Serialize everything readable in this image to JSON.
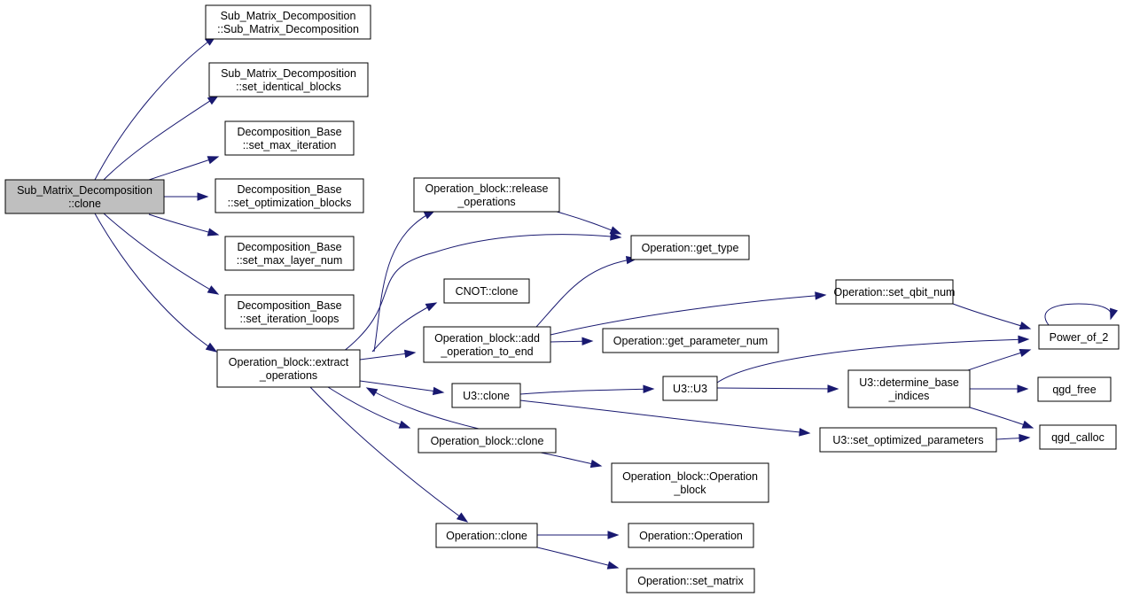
{
  "graph": {
    "nodes": [
      {
        "id": "root",
        "lines": [
          "Sub_Matrix_Decomposition",
          "::clone"
        ],
        "root": true
      },
      {
        "id": "smd_ctor",
        "lines": [
          "Sub_Matrix_Decomposition",
          "::Sub_Matrix_Decomposition"
        ]
      },
      {
        "id": "smd_sib",
        "lines": [
          "Sub_Matrix_Decomposition",
          "::set_identical_blocks"
        ]
      },
      {
        "id": "db_smi",
        "lines": [
          "Decomposition_Base",
          "::set_max_iteration"
        ]
      },
      {
        "id": "db_sob",
        "lines": [
          "Decomposition_Base",
          "::set_optimization_blocks"
        ]
      },
      {
        "id": "db_smln",
        "lines": [
          "Decomposition_Base",
          "::set_max_layer_num"
        ]
      },
      {
        "id": "db_sil",
        "lines": [
          "Decomposition_Base",
          "::set_iteration_loops"
        ]
      },
      {
        "id": "ob_extract",
        "lines": [
          "Operation_block::extract",
          "_operations"
        ]
      },
      {
        "id": "ob_release",
        "lines": [
          "Operation_block::release",
          "_operations"
        ]
      },
      {
        "id": "op_get_type",
        "lines": [
          "Operation::get_type"
        ]
      },
      {
        "id": "cnot_clone",
        "lines": [
          "CNOT::clone"
        ]
      },
      {
        "id": "ob_add",
        "lines": [
          "Operation_block::add",
          "_operation_to_end"
        ]
      },
      {
        "id": "op_sqn",
        "lines": [
          "Operation::set_qbit_num"
        ]
      },
      {
        "id": "op_gpn",
        "lines": [
          "Operation::get_parameter_num"
        ]
      },
      {
        "id": "pow2",
        "lines": [
          "Power_of_2"
        ]
      },
      {
        "id": "u3_clone",
        "lines": [
          "U3::clone"
        ]
      },
      {
        "id": "u3_u3",
        "lines": [
          "U3::U3"
        ]
      },
      {
        "id": "u3_dbi",
        "lines": [
          "U3::determine_base",
          "_indices"
        ]
      },
      {
        "id": "qgd_free",
        "lines": [
          "qgd_free"
        ]
      },
      {
        "id": "qgd_calloc",
        "lines": [
          "qgd_calloc"
        ]
      },
      {
        "id": "u3_sop",
        "lines": [
          "U3::set_optimized_parameters"
        ]
      },
      {
        "id": "ob_clone",
        "lines": [
          "Operation_block::clone"
        ]
      },
      {
        "id": "ob_ctor",
        "lines": [
          "Operation_block::Operation",
          "_block"
        ]
      },
      {
        "id": "op_clone",
        "lines": [
          "Operation::clone"
        ]
      },
      {
        "id": "op_ctor",
        "lines": [
          "Operation::Operation"
        ]
      },
      {
        "id": "op_set_matrix",
        "lines": [
          "Operation::set_matrix"
        ]
      }
    ],
    "edges": [
      {
        "from": "root",
        "to": "smd_ctor"
      },
      {
        "from": "root",
        "to": "smd_sib"
      },
      {
        "from": "root",
        "to": "db_smi"
      },
      {
        "from": "root",
        "to": "db_sob"
      },
      {
        "from": "root",
        "to": "db_smln"
      },
      {
        "from": "root",
        "to": "db_sil"
      },
      {
        "from": "root",
        "to": "ob_extract"
      },
      {
        "from": "ob_extract",
        "to": "ob_release"
      },
      {
        "from": "ob_extract",
        "to": "op_get_type"
      },
      {
        "from": "ob_extract",
        "to": "cnot_clone"
      },
      {
        "from": "ob_extract",
        "to": "ob_add"
      },
      {
        "from": "ob_extract",
        "to": "u3_clone"
      },
      {
        "from": "ob_extract",
        "to": "ob_clone"
      },
      {
        "from": "ob_extract",
        "to": "op_clone"
      },
      {
        "from": "ob_release",
        "to": "op_get_type"
      },
      {
        "from": "ob_add",
        "to": "op_get_type"
      },
      {
        "from": "ob_add",
        "to": "op_sqn"
      },
      {
        "from": "ob_add",
        "to": "op_gpn"
      },
      {
        "from": "op_sqn",
        "to": "pow2"
      },
      {
        "from": "pow2",
        "to": "pow2"
      },
      {
        "from": "u3_clone",
        "to": "u3_u3"
      },
      {
        "from": "u3_clone",
        "to": "u3_sop"
      },
      {
        "from": "u3_u3",
        "to": "pow2"
      },
      {
        "from": "u3_u3",
        "to": "u3_dbi"
      },
      {
        "from": "u3_dbi",
        "to": "pow2"
      },
      {
        "from": "u3_dbi",
        "to": "qgd_free"
      },
      {
        "from": "u3_dbi",
        "to": "qgd_calloc"
      },
      {
        "from": "u3_sop",
        "to": "qgd_calloc"
      },
      {
        "from": "ob_clone",
        "to": "ob_extract"
      },
      {
        "from": "ob_clone",
        "to": "ob_ctor"
      },
      {
        "from": "op_clone",
        "to": "op_ctor"
      },
      {
        "from": "op_clone",
        "to": "op_set_matrix"
      }
    ]
  }
}
